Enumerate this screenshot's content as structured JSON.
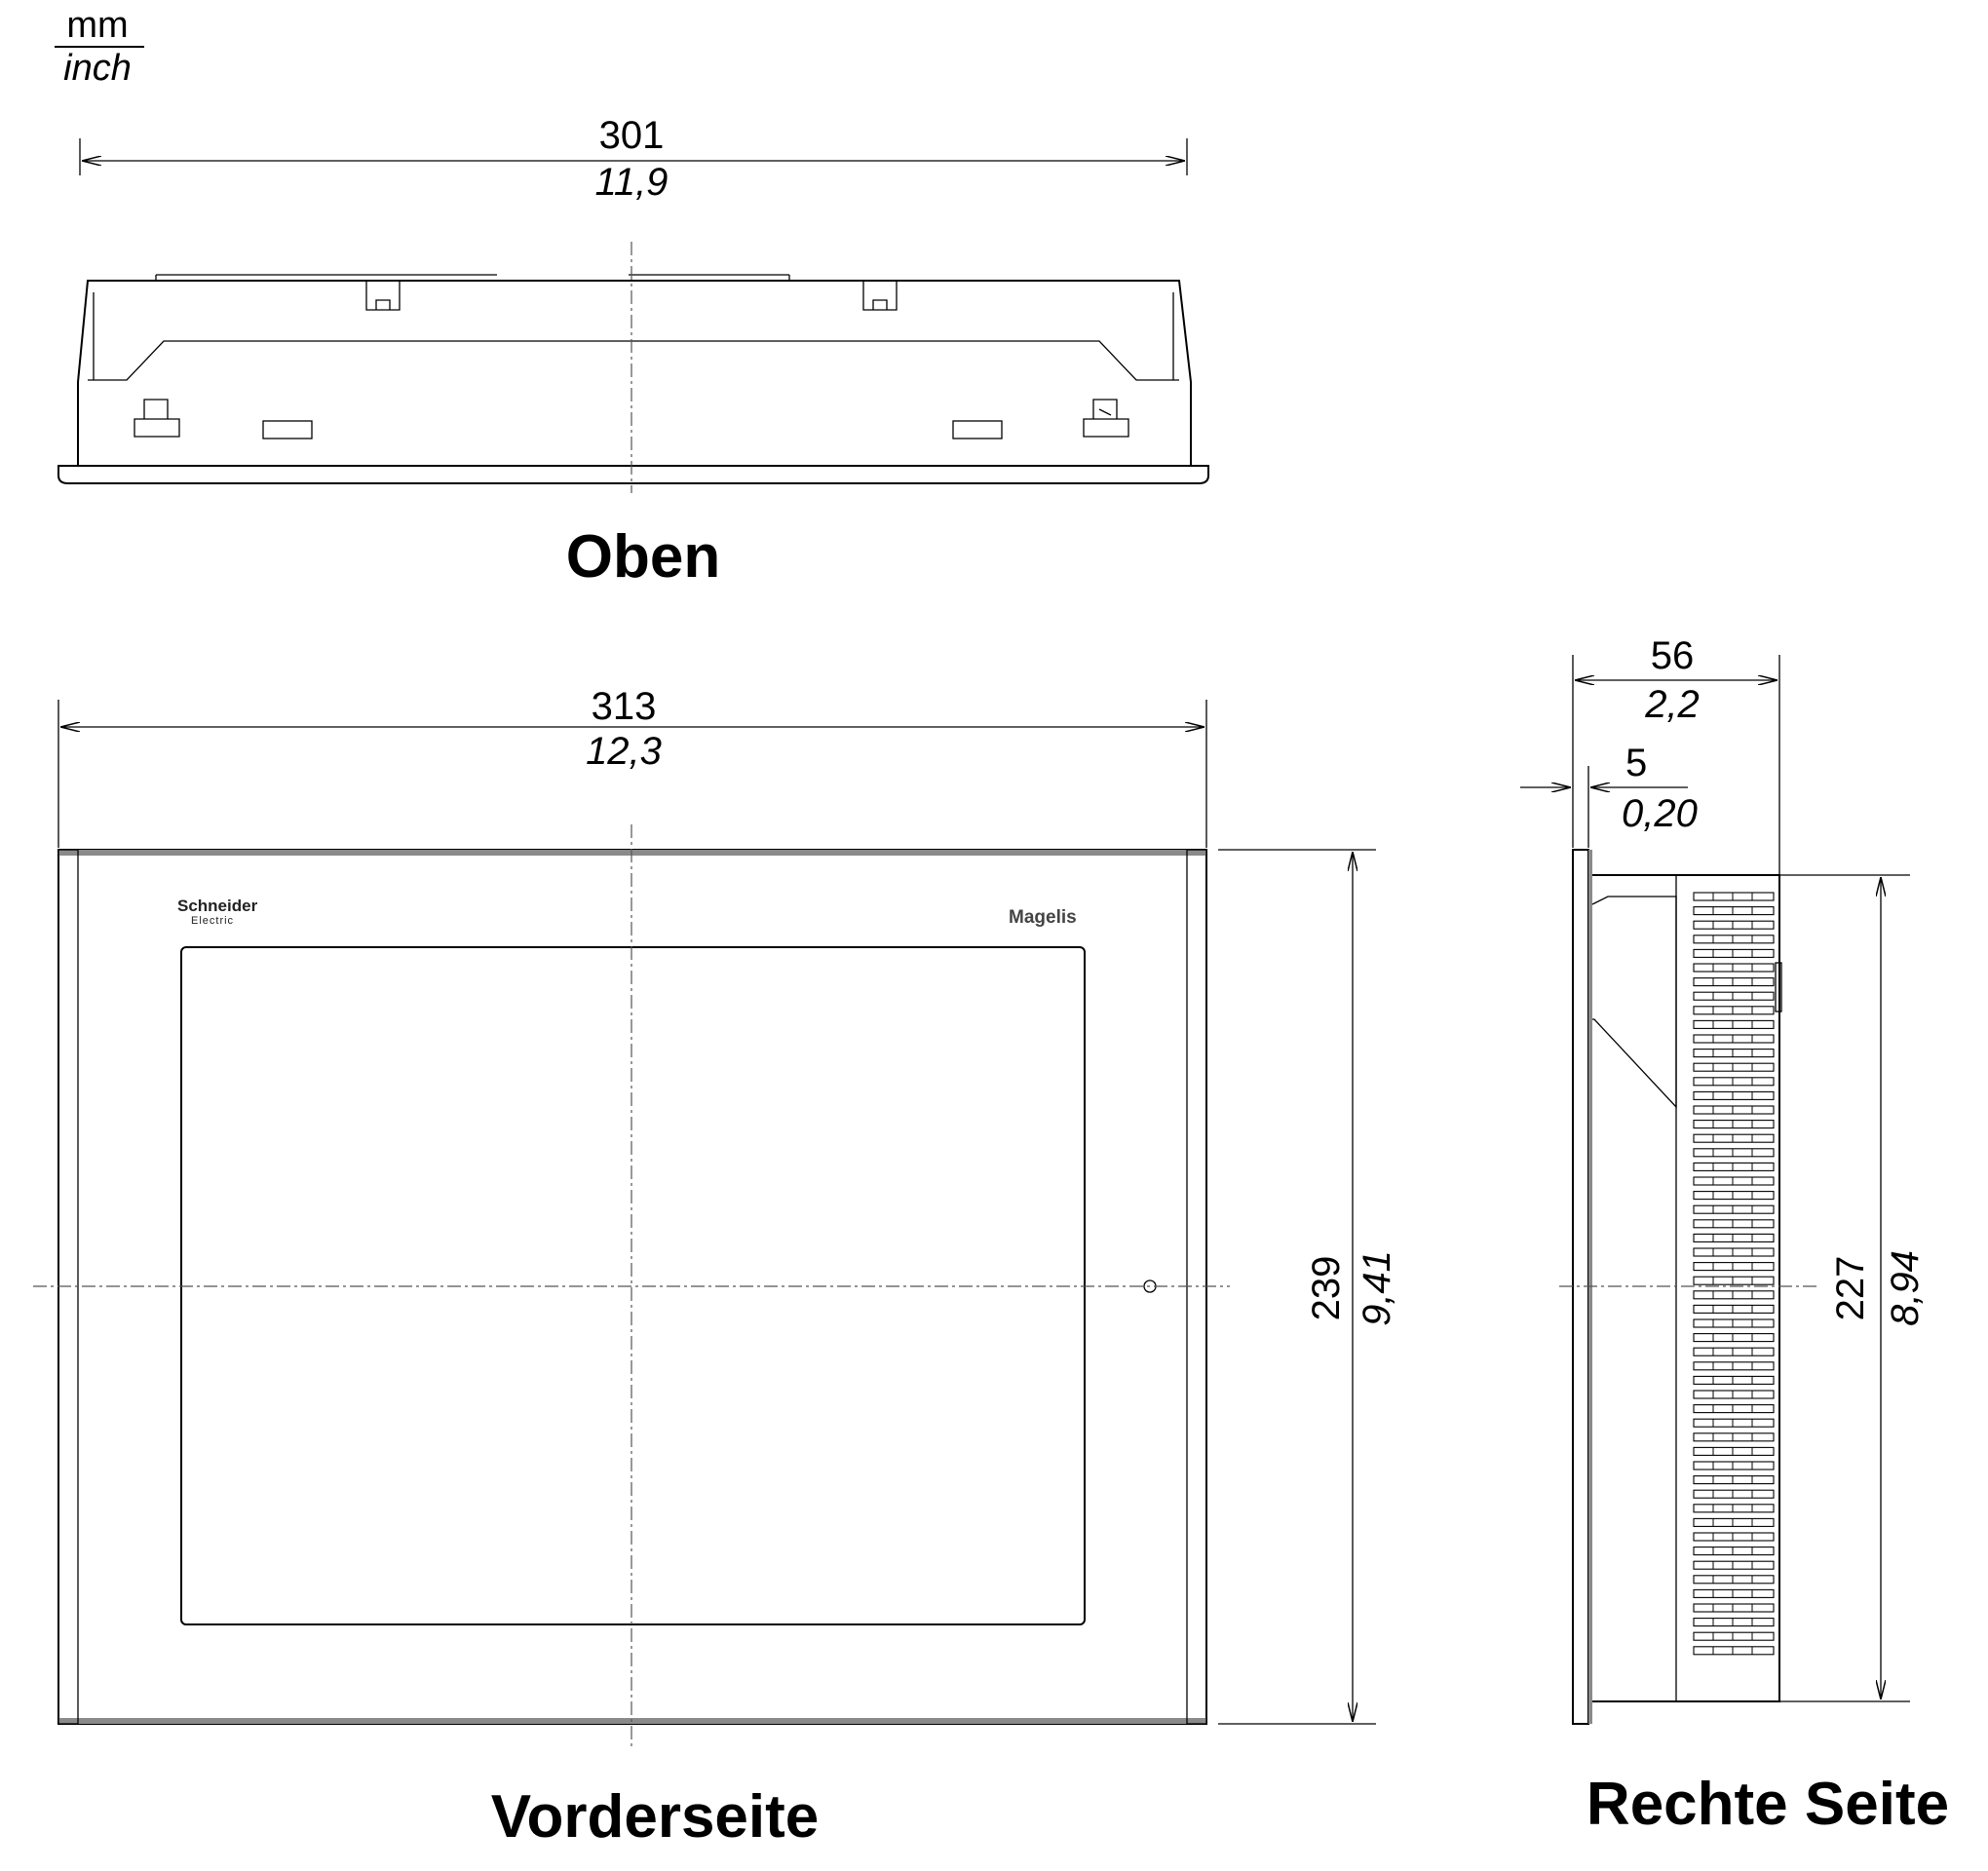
{
  "units": {
    "top": "mm",
    "bottom": "inch"
  },
  "views": {
    "top": {
      "caption": "Oben",
      "width_mm": "301",
      "width_inch": "11,9"
    },
    "front": {
      "caption": "Vorderseite",
      "width_mm": "313",
      "width_inch": "12,3",
      "height_mm": "239",
      "height_inch": "9,41",
      "brand_logo": "Schneider",
      "brand_logo_sub": "Electric",
      "product_logo": "Magelis"
    },
    "right": {
      "caption": "Rechte Seite",
      "depth_mm": "56",
      "depth_inch": "2,2",
      "bezel_mm": "5",
      "bezel_inch": "0,20",
      "height_mm": "227",
      "height_inch": "8,94"
    }
  },
  "colors": {
    "line": "#000000",
    "housing": "#8a8a8a",
    "background": "#ffffff"
  }
}
